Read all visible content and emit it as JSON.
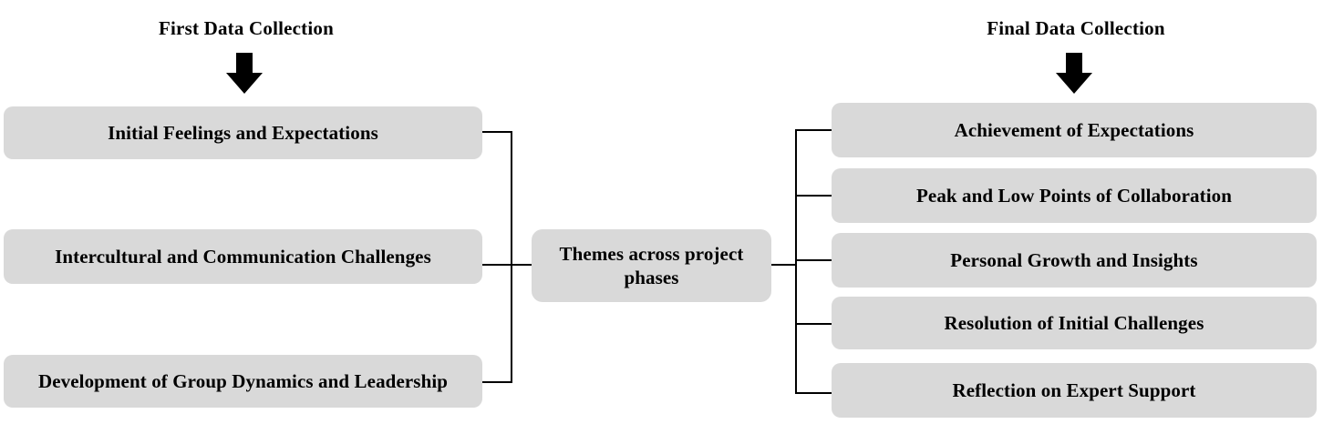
{
  "diagram": {
    "title_left": "First Data Collection",
    "title_right": "Final Data Collection",
    "center_node": "Themes across project phases",
    "left_nodes": [
      "Initial Feelings and Expectations",
      "Intercultural and Communication Challenges",
      "Development of Group Dynamics and Leadership"
    ],
    "right_nodes": [
      "Achievement of Expectations",
      "Peak and Low Points of Collaboration",
      "Personal Growth and Insights",
      "Resolution of Initial Challenges",
      "Reflection on Expert Support"
    ],
    "icons": {
      "arrow_left": "down-arrow-icon",
      "arrow_right": "down-arrow-icon"
    },
    "colors": {
      "node_fill": "#d9d9d9",
      "text": "#000000",
      "connector": "#000000",
      "background": "#ffffff"
    }
  }
}
